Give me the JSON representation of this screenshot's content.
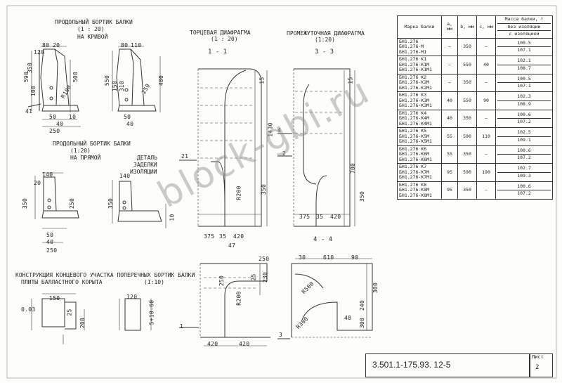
{
  "titles": {
    "curve": "ПРОДОЛЬНЫЙ БОРТИК БАЛКИ",
    "curve_scale": "(1 : 20)",
    "curve_sub": "НА КРИВОЙ",
    "straight": "ПРОДОЛЬНЫЙ БОРТИК БАЛКИ",
    "straight_scale": "(1:20)",
    "straight_sub": "НА ПРЯМОЙ",
    "detail": "ДЕТАЛЬ",
    "detail_2": "ЗАДЕЛКИ",
    "detail_3": "ИЗОЛЯЦИИ",
    "end_diaphragm": "ТОРЦЕВАЯ ДИАФРАГМА",
    "end_diaphragm_scale": "(1 : 20)",
    "mid_diaphragm": "ПРОМЕЖУТОЧНАЯ ДИАФРАГМА",
    "mid_diaphragm_scale": "(1:20)",
    "end_section": "КОНСТРУКЦИЯ КОНЦЕВОГО УЧАСТКА ПОПЕРЕЧНЫХ БОРТИК БАЛКИ",
    "end_section_2": "ПЛИТЫ БАЛЛАСТНОГО КОРЫТА",
    "end_section_scale": "(1:10)"
  },
  "sections": {
    "s11": "1 - 1",
    "s33": "3 - 3",
    "s44": "4 - 4"
  },
  "dims": {
    "d80": "80",
    "d20": "20",
    "d120": "120",
    "d590": "590",
    "d350": "350",
    "d500": "500",
    "d100": "100",
    "d30": "30",
    "d50": "50",
    "d41": "41",
    "d40": "40",
    "d250": "250",
    "d110": "110",
    "d550": "550",
    "d150": "150",
    "d310": "310",
    "d480": "480",
    "d10": "10",
    "d60": "60",
    "d140": "140",
    "d25": "25",
    "d200": "200",
    "d51060": "5÷10-60",
    "d1430": "1430",
    "d15": "15",
    "d375": "375",
    "d35": "35",
    "d420": "420",
    "d700": "700",
    "d47": "47",
    "d230": "230",
    "d610": "610",
    "d90": "90",
    "d300": "300",
    "d240": "240",
    "d48": "48",
    "dR200": "R200",
    "dR500": "R500",
    "dR100": "R100",
    "dR300": "R300",
    "d003": "0.03",
    "d1": "1",
    "d2": "2",
    "d3": "3",
    "d4": "4",
    "d21": "21"
  },
  "table": {
    "headers": {
      "mark": "Марка балки",
      "a": "a, мм",
      "b": "b, мм",
      "c": "c, мм",
      "mass": "Масса балки, т",
      "mass_no": "без изоляции",
      "mass_with": "с изоляцией"
    },
    "rows": [
      {
        "marks": [
          "БН1.276",
          "БН1.276-М",
          "БН1.276-М1"
        ],
        "a": "—",
        "b": "350",
        "c": "—",
        "m1": "100.5",
        "m2": "107.1"
      },
      {
        "marks": [
          "БН1.276 К1",
          "БН1.276-К1М",
          "БН1.276-К1М1"
        ],
        "a": "—",
        "b": "550",
        "c": "40",
        "m1": "102.1",
        "m2": "108.7"
      },
      {
        "marks": [
          "БН1.276 К2",
          "БН1.276-К2М",
          "БН1.276-К2М1"
        ],
        "a": "—",
        "b": "350",
        "c": "—",
        "m1": "100.5",
        "m2": "107.1"
      },
      {
        "marks": [
          "БН1.276 К3",
          "БН1.276-К3М",
          "БН1.276-К3М1"
        ],
        "a": "40",
        "b": "550",
        "c": "90",
        "m1": "102.3",
        "m2": "108.9"
      },
      {
        "marks": [
          "БН1.276 К4",
          "БН1.276-К4М",
          "БН1.276-К4М1"
        ],
        "a": "40",
        "b": "350",
        "c": "—",
        "m1": "100.6",
        "m2": "107.2"
      },
      {
        "marks": [
          "БН1.276 К5",
          "БН1.276-К5М",
          "БН1.276-К5М1"
        ],
        "a": "55",
        "b": "590",
        "c": "110",
        "m1": "102.5",
        "m2": "109.1"
      },
      {
        "marks": [
          "БН1.276 К6",
          "БН1.276-К6М",
          "БН1.276-К6М1"
        ],
        "a": "55",
        "b": "350",
        "c": "—",
        "m1": "100.6",
        "m2": "107.2"
      },
      {
        "marks": [
          "БН1.276 К7",
          "БН1.276-К7М",
          "БН1.276-К7М1"
        ],
        "a": "95",
        "b": "590",
        "c": "190",
        "m1": "102.7",
        "m2": "109.3"
      },
      {
        "marks": [
          "БН1.276 К8",
          "БН1.276-К8М",
          "БН1.276-К8М1"
        ],
        "a": "95",
        "b": "350",
        "c": "—",
        "m1": "100.6",
        "m2": "107.2"
      }
    ]
  },
  "stamp": {
    "code": "3.501.1-175.93.   12-5",
    "sheet_label": "Лист",
    "sheet_no": "2"
  },
  "watermark": "block-gbi.ru"
}
